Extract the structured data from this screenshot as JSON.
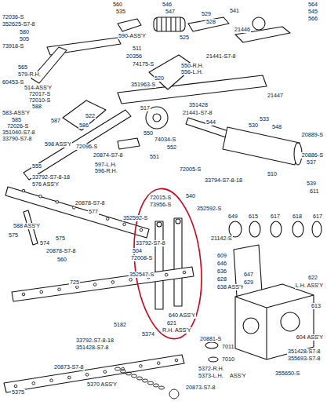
{
  "diagram": {
    "labels": [
      "560",
      "546",
      "535",
      "547",
      "564",
      "545",
      "566",
      "72036-S",
      "352625-S7-8",
      "580",
      "505",
      "73918-S",
      "590-ASS'Y",
      "525",
      "529",
      "528",
      "541",
      "21446",
      "511",
      "20356",
      "74175-S",
      "550-R.H.",
      "556-L.H.",
      "21441-S7-8",
      "565",
      "579-R.H.",
      "60453-S",
      "514-ASS'Y",
      "72017-S",
      "72010-S",
      "588",
      "583-ASS'Y",
      "585",
      "72026-S",
      "351040-S7-8",
      "33790-S7-8",
      "587",
      "598 ASS'Y",
      "555",
      "520",
      "21447",
      "351963-S",
      "517",
      "351428",
      "21441-S7-8",
      "544",
      "522",
      "586",
      "72096-S",
      "20874-S7-8",
      "550",
      "551",
      "74034-S",
      "552",
      "72005-S",
      "530",
      "533",
      "548",
      "20889-S",
      "20886-S",
      "537",
      "510",
      "539",
      "33794-S7-8-18",
      "611",
      "597-L.H.",
      "596-R.H.",
      "33792-S7-8-18",
      "576 ASS'Y",
      "20878-S7-8",
      "577",
      "588 ASS'Y",
      "575",
      "574",
      "575",
      "33792-S7-8",
      "20878-S7-8",
      "560",
      "72015-S",
      "73956-S",
      "540",
      "352592-S",
      "352592-S",
      "649",
      "615",
      "617",
      "618",
      "617",
      "21142-S",
      "504",
      "72008-S",
      "352547-S",
      "609",
      "646",
      "636",
      "628",
      "638 ASS'Y",
      "647",
      "629",
      "640 ASS'Y",
      "725",
      "5182",
      "621",
      "R.H. ASS'Y",
      "622",
      "L.H. ASS'Y",
      "613",
      "604 ASS'Y",
      "351428-S7-8",
      "355693-S7-8",
      "355650-S",
      "20881-S",
      "7011",
      "7010",
      "5374",
      "33792-S7-8-18",
      "351428-S7-8",
      "20873-S7-8",
      "5372-R.H.",
      "5373-L.H.",
      "ASS'Y",
      "5370 ASS'Y",
      "20873-S7-8",
      "5375"
    ]
  }
}
